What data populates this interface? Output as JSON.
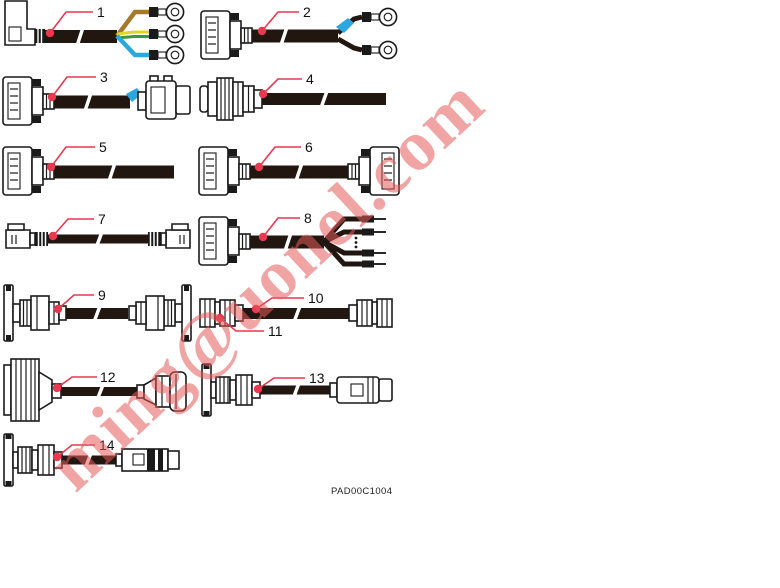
{
  "diagram": {
    "caption": "PAD00C1004",
    "watermark": "ming@uonel.com",
    "colors": {
      "callout_red": "#e73950",
      "cable_black": "#211710",
      "watermark_pink": "#ef9e9e",
      "wire_brown": "#a6782a",
      "wire_yellow": "#ddd625",
      "wire_green": "#3b9b3c",
      "wire_blue": "#2ba7e0"
    },
    "cables": [
      {
        "number": "1",
        "type": "mains-plug-to-three-ring-terminals"
      },
      {
        "number": "2",
        "type": "d-sub-to-two-ring-terminals"
      },
      {
        "number": "3",
        "type": "d-sub-to-rectangular-connector"
      },
      {
        "number": "4",
        "type": "circular-connector-cable"
      },
      {
        "number": "5",
        "type": "d-sub-cable"
      },
      {
        "number": "6",
        "type": "d-sub-to-d-sub"
      },
      {
        "number": "7",
        "type": "modular-plug-to-modular-plug"
      },
      {
        "number": "8",
        "type": "d-sub-to-pin-leads"
      },
      {
        "number": "9",
        "type": "flanged-circular-to-flanged-circular"
      },
      {
        "number": "10",
        "type": "threaded-circular-cable"
      },
      {
        "number": "11",
        "type": "threaded-circular-connector"
      },
      {
        "number": "12",
        "type": "large-round-to-round-connector"
      },
      {
        "number": "13",
        "type": "flanged-threaded-to-inline-connector"
      },
      {
        "number": "14",
        "type": "flanged-threaded-to-banded-inline-connector"
      }
    ]
  }
}
